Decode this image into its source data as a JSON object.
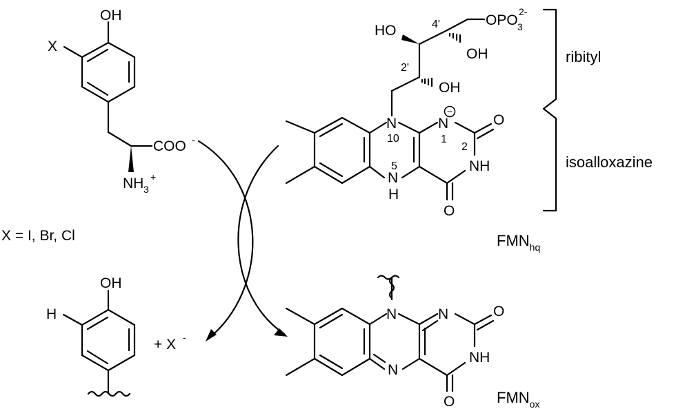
{
  "substrate": {
    "oh": "OH",
    "x": "X",
    "coo": "COO",
    "coo_charge": "-",
    "nh3_main": "NH",
    "nh3_sub": "3",
    "nh3_charge": "+"
  },
  "halogen_note": "X = I, Br, Cl",
  "product": {
    "oh": "OH",
    "h": "H",
    "plus_x": "+ X",
    "x_charge": "-"
  },
  "fmn_hq": {
    "ho_left": "HO",
    "oh_mid": "OH",
    "oh_low": "OH",
    "opo3": "OPO",
    "opo3_sub": "3",
    "opo3_charge": "2-",
    "prime4": "4'",
    "prime2": "2'",
    "n10": "N",
    "num10": "10",
    "n1": "N",
    "num1": "1",
    "num2": "2",
    "n_charge": "−",
    "o_top": "O",
    "nh": "NH",
    "nh5_n": "N",
    "nh5_h": "H",
    "num5": "5",
    "o_bottom": "O",
    "label_main": "FMN",
    "label_sub": "hq"
  },
  "brackets": {
    "ribityl": "ribityl",
    "isoalloxazine": "isoalloxazine"
  },
  "fmn_ox": {
    "n10": "N",
    "n1": "N",
    "o_top": "O",
    "nh": "NH",
    "n5": "N",
    "o_bottom": "O",
    "label_main": "FMN",
    "label_sub": "ox"
  }
}
